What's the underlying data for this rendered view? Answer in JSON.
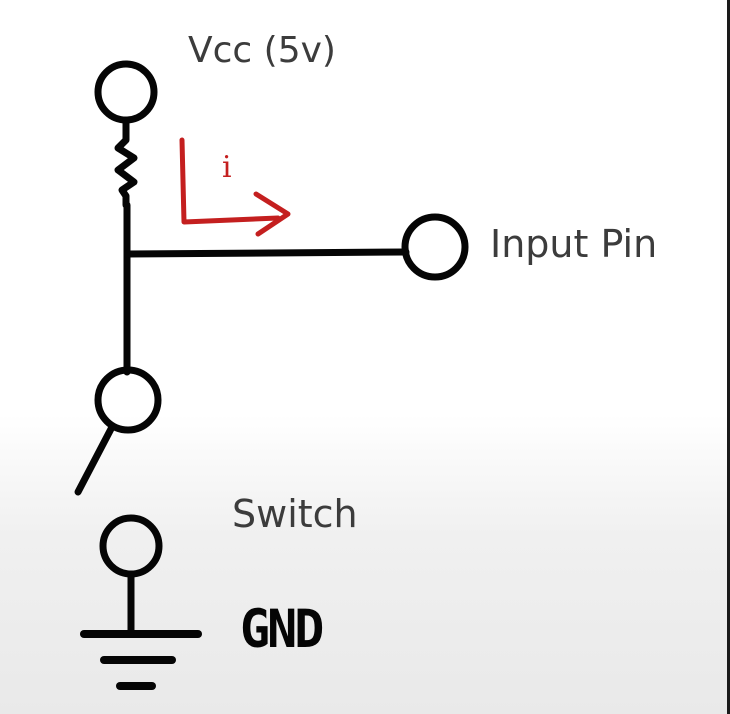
{
  "diagram": {
    "title": "",
    "labels": {
      "vcc": "Vcc (5v)",
      "input_pin": "Input Pin",
      "switch": "Switch",
      "gnd": "GND",
      "current": "i"
    },
    "colors": {
      "wire": "#050505",
      "current_arrow": "#c41f1f",
      "text": "#3c3c3c"
    },
    "components": [
      "vcc-terminal",
      "pull-up-resistor",
      "input-pin-terminal",
      "switch",
      "ground-symbol"
    ]
  }
}
